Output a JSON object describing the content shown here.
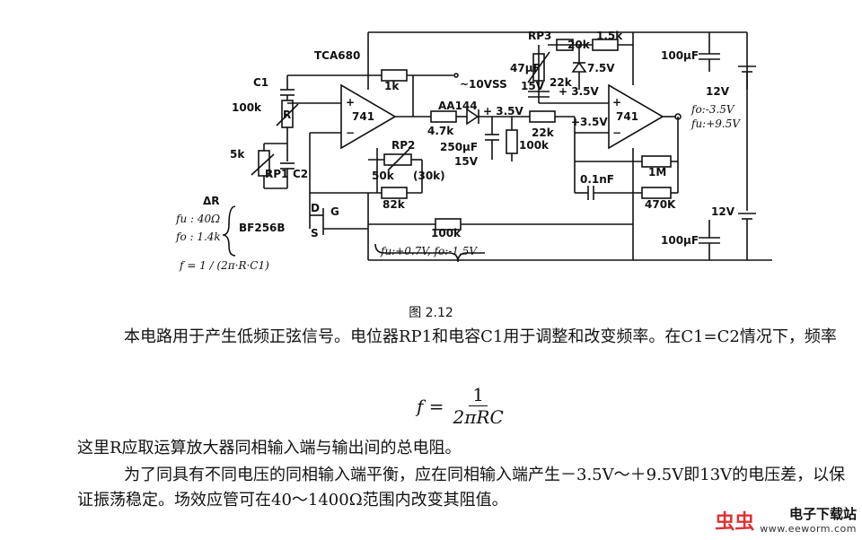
{
  "figure": {
    "caption": "图 2.12",
    "labels": {
      "tca680": "TCA680",
      "c1": "C1",
      "r100k": "100k",
      "r": "R",
      "r5k": "5k",
      "rp1": "RP1",
      "c2": "C2",
      "opamp1": "741",
      "opamp2": "741",
      "plus1": "+",
      "minus1": "−",
      "plus2": "+",
      "minus2": "−",
      "r1k": "1k",
      "v10": "~10VSS",
      "aa144": "AA144",
      "r47k": "4.7k",
      "v35a": "+ 3.5V",
      "c250": "250μF",
      "v15a": "15V",
      "r100k2": "100k",
      "r22k": "22k",
      "v35b": "+3.5V",
      "rp2": "RP2",
      "r50k": "50k",
      "r30k": "(30k)",
      "r82k": "82k",
      "r100k3": "100k",
      "fu_fo": "fu:+0.7V, fo:-1.5V",
      "delta_r": "ΔR",
      "fu40": "fu : 40Ω",
      "fo14": "fo : 1.4k",
      "bf256": "BF256B",
      "d": "D",
      "g": "G",
      "s": "S",
      "freq_eq": "f = 1 / (2π·R·C1)",
      "rp3": "RP3",
      "r20k": "20k",
      "r15k": "1.5k",
      "c47": "47μF",
      "v15b": "15V",
      "r22k2": "22k",
      "v75": "7.5V",
      "v35c": "+ 3.5V",
      "c01nf": "0.1nF",
      "r1m": "1M",
      "r470k": "470K",
      "c100a": "100μF",
      "c100b": "100μF",
      "v12a": "12V",
      "v12b": "12V",
      "fo_out": "fo:-3.5V",
      "fu_out": "fu:+9.5V"
    }
  },
  "text": {
    "p1": "本电路用于产生低频正弦信号。电位器RP1和电容C1用于调整和改变频率。在C1=C2情况下，频率",
    "formula_f": "f =",
    "formula_num": "1",
    "formula_den": "2πRC",
    "p2": "这里R应取运算放大器同相输入端与输出间的总电阻。",
    "p3": "为了同具有不同电压的同相输入端平衡，应在同相输入端产生－3.5V～＋9.5V即13V的电压差，以保证振荡稳定。场效应管可在40～1400Ω范围内改变其阻值。"
  },
  "watermark": {
    "logo": "虫虫",
    "title": "电子下载站",
    "url": "www.eeworm.com"
  }
}
